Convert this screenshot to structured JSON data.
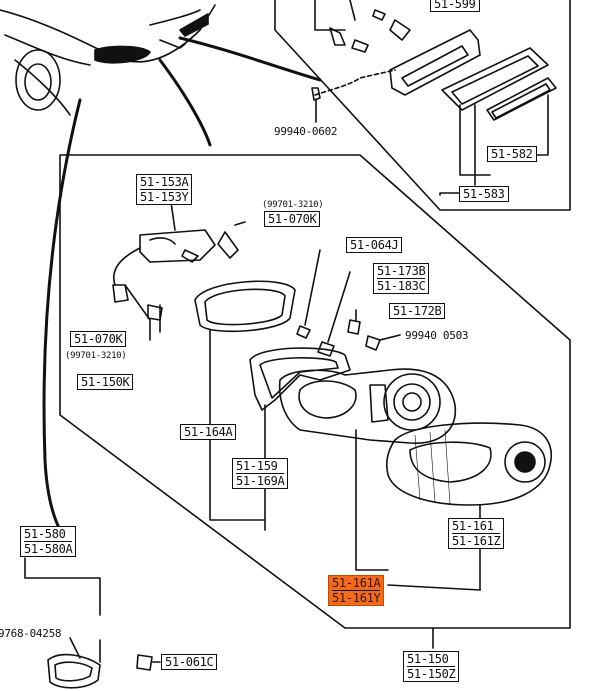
{
  "labels": {
    "p599": "51-599",
    "p582": "51-582",
    "p583": "51-583",
    "p153a": "51-153A",
    "p153y": "51-153Y",
    "p070k_top": "51-070K",
    "p070k_left": "51-070K",
    "p064j": "51-064J",
    "p173b": "51-173B",
    "p183c": "51-183C",
    "p172b": "51-172B",
    "p150k": "51-150K",
    "p164a": "51-164A",
    "p159": "51-159",
    "p169a": "51-169A",
    "p161": "51-161",
    "p161z": "51-161Z",
    "p161a": "51-161A",
    "p161y": "51-161Y",
    "p580": "51-580",
    "p580a": "51-580A",
    "p150": "51-150",
    "p150z": "51-150Z",
    "p061c": "51-061C"
  },
  "notes": {
    "n99940_0602": "99940-0602",
    "n99940_0503": "99940 0503",
    "n99701_top": "(99701-3210)",
    "n99701_left": "(99701-3210)",
    "n9768": "9768-04258"
  },
  "colors": {
    "highlight": "#f26a1b",
    "line": "#111111"
  }
}
